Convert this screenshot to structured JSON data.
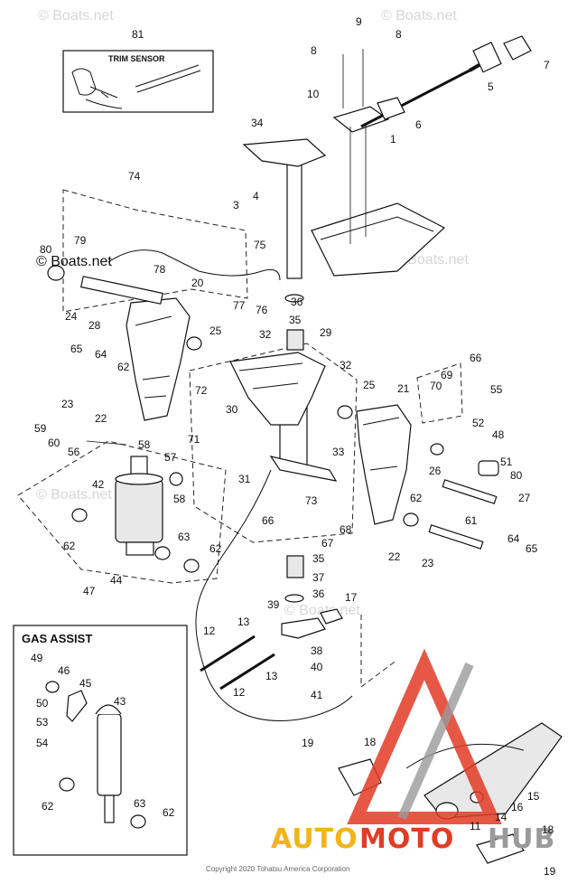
{
  "diagram": {
    "watermark": "© Boats.net",
    "watermark_alt": "Boats.net",
    "trim_sensor_label": "TRIM SENSOR",
    "gas_assist_title": "GAS ASSIST",
    "copyright": "Copyright 2020 Tohatsu America Corporation",
    "brand": {
      "part1": "AUTO",
      "part2": "MOTO",
      "part3": "HUB"
    },
    "colors": {
      "brand_yellow": "#f2b418",
      "brand_red": "#e23b24",
      "brand_gray": "#9a9a9a",
      "ink": "#111111",
      "watermark": "#d6d6d6"
    },
    "callouts": [
      "81",
      "9",
      "8",
      "8",
      "7",
      "5",
      "10",
      "6",
      "1",
      "34",
      "4",
      "3",
      "74",
      "75",
      "79",
      "80",
      "78",
      "20",
      "77",
      "76",
      "36",
      "35",
      "24",
      "28",
      "25",
      "32",
      "29",
      "65",
      "64",
      "62",
      "23",
      "22",
      "72",
      "30",
      "32",
      "66",
      "69",
      "70",
      "25",
      "21",
      "55",
      "59",
      "60",
      "56",
      "71",
      "58",
      "57",
      "31",
      "33",
      "52",
      "48",
      "51",
      "26",
      "80",
      "42",
      "58",
      "73",
      "62",
      "27",
      "66",
      "68",
      "67",
      "61",
      "62",
      "63",
      "62",
      "47",
      "44",
      "64",
      "65",
      "22",
      "23",
      "35",
      "37",
      "36",
      "17",
      "39",
      "12",
      "13",
      "38",
      "13",
      "12",
      "40",
      "41",
      "49",
      "46",
      "45",
      "43",
      "50",
      "53",
      "54",
      "62",
      "63",
      "62",
      "19",
      "18",
      "16",
      "15",
      "11",
      "14",
      "18",
      "19"
    ]
  }
}
